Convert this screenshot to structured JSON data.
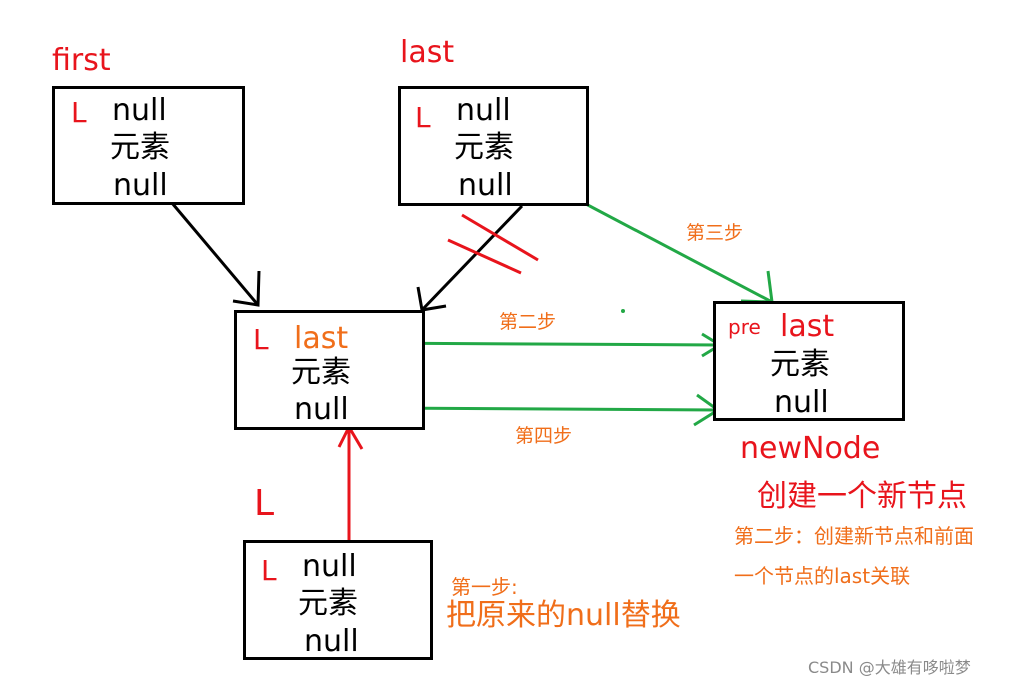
{
  "labels": {
    "first_label": "first",
    "last_label": "last",
    "new_node_label": "newNode",
    "new_node_caption": "创建一个新节点",
    "moved_L": "L"
  },
  "nodes": {
    "first": {
      "marker": "L",
      "prev": "null",
      "element": "元素",
      "next": "null"
    },
    "last": {
      "marker": "L",
      "prev": "null",
      "element": "元素",
      "next": "null"
    },
    "middle": {
      "marker": "L",
      "prev": "last",
      "element": "元素",
      "next": "null"
    },
    "new_node": {
      "marker": "pre",
      "prev": "last",
      "element": "元素",
      "next": "null"
    },
    "bottom": {
      "marker": "L",
      "prev": "null",
      "element": "元素",
      "next": "null"
    }
  },
  "steps": {
    "step1_title": "第一步:",
    "step1_text": "把原来的null替换",
    "step2": "第二步",
    "step3": "第三步",
    "step4": "第四步",
    "note_line1": "第二步：创建新节点和前面",
    "note_line2": "一个节点的last关联"
  },
  "watermark": "CSDN @大雄有哆啦梦",
  "colors": {
    "black": "#000000",
    "red": "#e8141c",
    "orange": "#f06e1a",
    "green": "#22a846"
  }
}
